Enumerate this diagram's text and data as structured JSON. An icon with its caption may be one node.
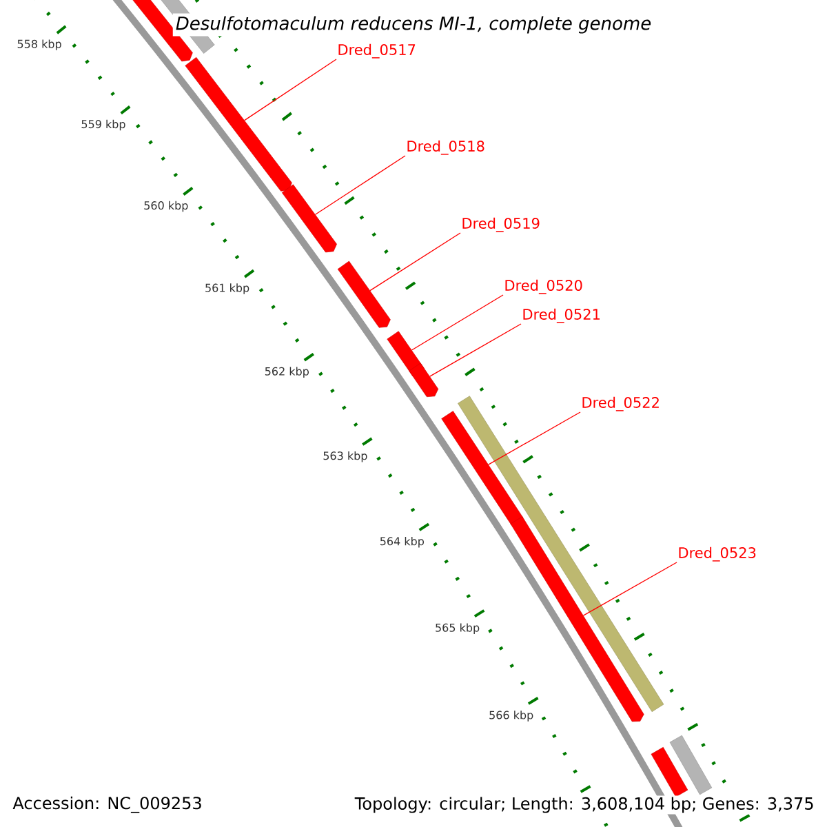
{
  "diagram": {
    "title": "Desulfotomaculum reducens MI-1, complete genome",
    "nodes": [
      {
        "text": [],
        "shape": "bar"
      },
      {
        "text": [],
        "shape": "bar"
      },
      {
        "text": [],
        "shape": "bar"
      },
      {
        "text": [],
        "shape": "bar"
      },
      {
        "text": [],
        "shape": "bar"
      },
      {
        "text": [],
        "shape": "bar"
      },
      {
        "text": [],
        "shape": "bar"
      },
      {
        "text": [],
        "shape": "bar"
      },
      {
        "text": [],
        "shape": "bar"
      },
      {
        "text": [],
        "shape": "bar"
      },
      {
        "text": [],
        "shape": "bar"
      },
      {
        "text": [],
        "shape": "bar"
      },
      {
        "text": [
          "Dred_0517"
        ]
      },
      {
        "text": [
          "Dred_0518"
        ]
      },
      {
        "text": [
          "Dred_0519"
        ]
      },
      {
        "text": [
          "Dred_0520"
        ]
      },
      {
        "text": [
          "Dred_0521"
        ]
      },
      {
        "text": [
          "Dred_0522"
        ]
      },
      {
        "text": [
          "Dred_0523"
        ]
      }
    ],
    "edges": [
      {
        "from": 12,
        "to": 2,
        "arrow": "none"
      },
      {
        "from": 13,
        "to": 3,
        "arrow": "none"
      },
      {
        "from": 14,
        "to": 4,
        "arrow": "none"
      },
      {
        "from": 15,
        "to": 5,
        "arrow": "none"
      },
      {
        "from": 16,
        "to": 6,
        "arrow": "none"
      },
      {
        "from": 17,
        "to": 8,
        "arrow": "none"
      },
      {
        "from": 18,
        "to": 9,
        "arrow": "none"
      }
    ],
    "labels": [
      "558 kbp",
      "559 kbp",
      "560 kbp",
      "561 kbp",
      "562 kbp",
      "563 kbp",
      "564 kbp",
      "565 kbp",
      "566 kbp",
      "Accession: NC_009253",
      "Topology: circular; Length: 3,608,104 bp; Genes: 3,375"
    ]
  }
}
